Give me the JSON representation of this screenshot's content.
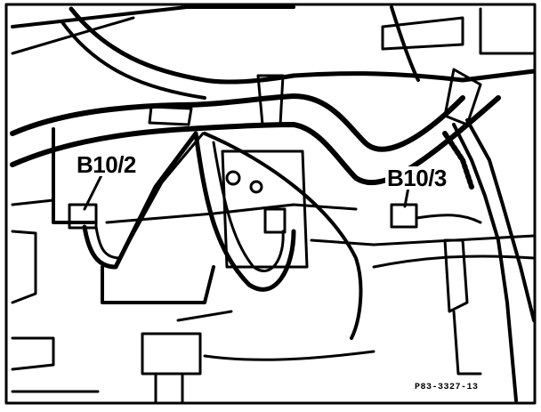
{
  "figure": {
    "callouts": [
      "B10/2",
      "B10/3"
    ],
    "reference_code": "P83-3327-13",
    "colors": {
      "ink": "#000000",
      "paper": "#ffffff"
    }
  }
}
